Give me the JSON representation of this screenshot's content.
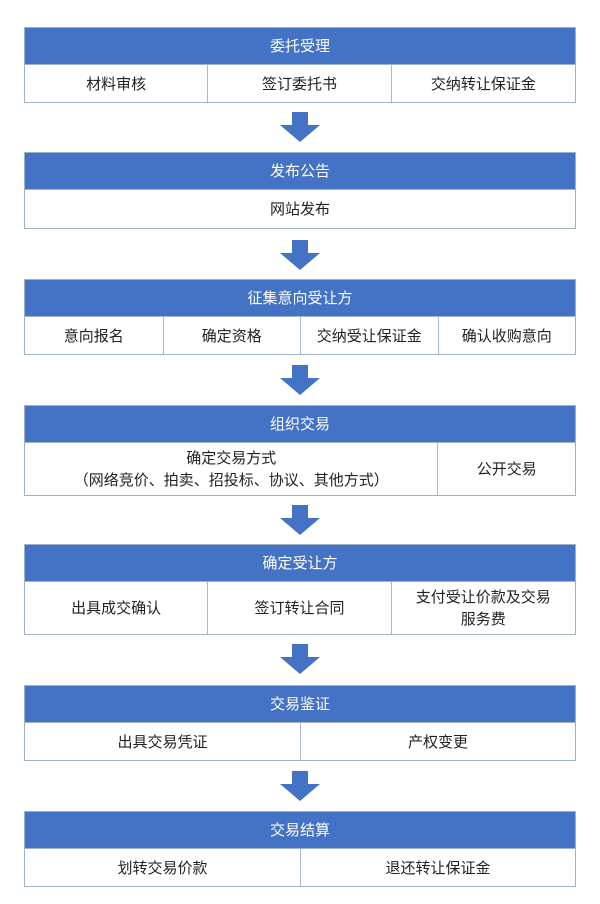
{
  "stages": [
    {
      "title": "委托受理",
      "items": [
        "材料审核",
        "签订委托书",
        "交纳转让保证金"
      ]
    },
    {
      "title": "发布公告",
      "items": [
        "网站发布"
      ]
    },
    {
      "title": "征集意向受让方",
      "items": [
        "意向报名",
        "确定资格",
        "交纳受让保证金",
        "确认收购意向"
      ]
    },
    {
      "title": "组织交易",
      "items": [
        "确定交易方式",
        "（网络竞价、拍卖、招投标、协议、其他方式）",
        "公开交易"
      ]
    },
    {
      "title": "确定受让方",
      "items": [
        "出具成交确认",
        "签订转让合同",
        "支付受让价款及交易服务费"
      ]
    },
    {
      "title": "交易鉴证",
      "items": [
        "出具交易凭证",
        "产权变更"
      ]
    },
    {
      "title": "交易结算",
      "items": [
        "划转交易价款",
        "退还转让保证金"
      ]
    }
  ],
  "colors": {
    "header": "#4472c4",
    "arrow": "#4472c4",
    "border": "#9fb3c8"
  }
}
